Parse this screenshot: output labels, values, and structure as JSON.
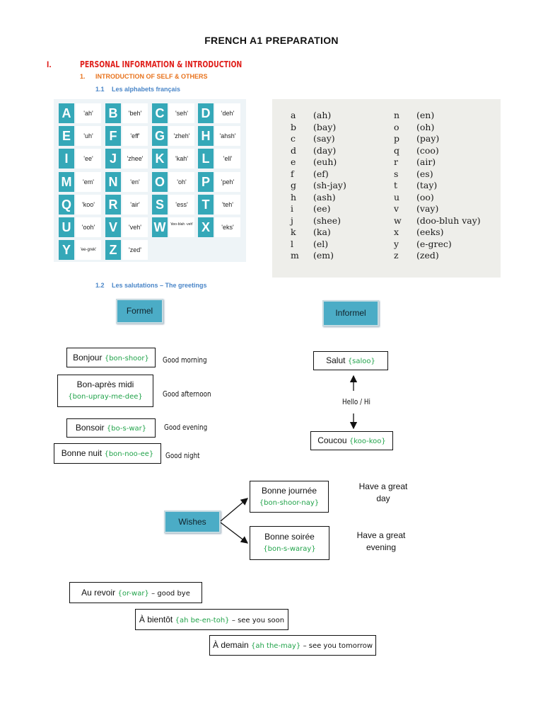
{
  "title": "FRENCH A1 PREPARATION",
  "section": {
    "num": "I.",
    "title": "PERSONAL INFORMATION & INTRODUCTION"
  },
  "subsection": {
    "num": "1.",
    "title": "INTRODUCTION OF SELF & OTHERS"
  },
  "sub_alphabets": {
    "num": "1.1",
    "title": "Les alphabets français"
  },
  "sub_greetings": {
    "num": "1.2",
    "title": "Les salutations – The greetings"
  },
  "alphabet_cards": [
    {
      "letter": "A",
      "pron": "'ah'"
    },
    {
      "letter": "B",
      "pron": "'beh'"
    },
    {
      "letter": "C",
      "pron": "'seh'"
    },
    {
      "letter": "D",
      "pron": "'deh'"
    },
    {
      "letter": "E",
      "pron": "'uh'"
    },
    {
      "letter": "F",
      "pron": "'eff'"
    },
    {
      "letter": "G",
      "pron": "'zheh'"
    },
    {
      "letter": "H",
      "pron": "'ahsh'"
    },
    {
      "letter": "I",
      "pron": "'ee'"
    },
    {
      "letter": "J",
      "pron": "'zhee'"
    },
    {
      "letter": "K",
      "pron": "'kah'"
    },
    {
      "letter": "L",
      "pron": "'ell'"
    },
    {
      "letter": "M",
      "pron": "'em'"
    },
    {
      "letter": "N",
      "pron": "'en'"
    },
    {
      "letter": "O",
      "pron": "'oh'"
    },
    {
      "letter": "P",
      "pron": "'peh'"
    },
    {
      "letter": "Q",
      "pron": "'koo'"
    },
    {
      "letter": "R",
      "pron": "'air'"
    },
    {
      "letter": "S",
      "pron": "'ess'"
    },
    {
      "letter": "T",
      "pron": "'teh'"
    },
    {
      "letter": "U",
      "pron": "'ooh'"
    },
    {
      "letter": "V",
      "pron": "'veh'"
    },
    {
      "letter": "W",
      "pron": "'doo-blah -veh'"
    },
    {
      "letter": "X",
      "pron": "'eks'"
    },
    {
      "letter": "Y",
      "pron": "'ee-grek'"
    },
    {
      "letter": "Z",
      "pron": "'zed'"
    }
  ],
  "alphabet_scan": {
    "left": [
      {
        "l": "a",
        "p": "(ah)"
      },
      {
        "l": "b",
        "p": "(bay)"
      },
      {
        "l": "c",
        "p": "(say)"
      },
      {
        "l": "d",
        "p": "(day)"
      },
      {
        "l": "e",
        "p": "(euh)"
      },
      {
        "l": "f",
        "p": "(ef)"
      },
      {
        "l": "g",
        "p": "(sh-jay)"
      },
      {
        "l": "h",
        "p": "(ash)"
      },
      {
        "l": "i",
        "p": "(ee)"
      },
      {
        "l": "j",
        "p": "(shee)"
      },
      {
        "l": "k",
        "p": "(ka)"
      },
      {
        "l": "l",
        "p": "(el)"
      },
      {
        "l": "m",
        "p": "(em)"
      }
    ],
    "right": [
      {
        "l": "n",
        "p": "(en)"
      },
      {
        "l": "o",
        "p": "(oh)"
      },
      {
        "l": "p",
        "p": "(pay)"
      },
      {
        "l": "q",
        "p": "(coo)"
      },
      {
        "l": "r",
        "p": "(air)"
      },
      {
        "l": "s",
        "p": "(es)"
      },
      {
        "l": "t",
        "p": "(tay)"
      },
      {
        "l": "u",
        "p": "(oo)"
      },
      {
        "l": "v",
        "p": "(vay)"
      },
      {
        "l": "w",
        "p": "(doo-bluh vay)"
      },
      {
        "l": "x",
        "p": "(eeks)"
      },
      {
        "l": "y",
        "p": "(e-grec)"
      },
      {
        "l": "z",
        "p": "(zed)"
      }
    ]
  },
  "formel_label": "Formel",
  "informel_label": "Informel",
  "formal": [
    {
      "fr": "Bonjour",
      "pron": "{bon-shoor}",
      "en": "Good morning"
    },
    {
      "fr": "Bon-après midi",
      "pron": "{bon-upray-me-dee}",
      "en": "Good afternoon"
    },
    {
      "fr": "Bonsoir",
      "pron": "{bo-s-war}",
      "en": "Good evening"
    },
    {
      "fr": "Bonne nuit",
      "pron": "{bon-noo-ee}",
      "en": "Good night"
    }
  ],
  "informal": {
    "salut": {
      "fr": "Salut",
      "pron": "{saloo}"
    },
    "middle": "Hello / Hi",
    "coucou": {
      "fr": "Coucou",
      "pron": "{koo-koo}"
    }
  },
  "wishes_label": "Wishes",
  "wishes": [
    {
      "fr": "Bonne journée",
      "pron": "{bon-shoor-nay}",
      "en": "Have a great day"
    },
    {
      "fr": "Bonne soirée",
      "pron": "{bon-s-waray}",
      "en": "Have a great evening"
    }
  ],
  "goodbyes": [
    {
      "fr": "Au revoir",
      "pron": "{or-war}",
      "en": "– good bye"
    },
    {
      "fr": "À bientôt",
      "pron": "{ah be-en-toh}",
      "en": "– see you soon"
    },
    {
      "fr": "À demain",
      "pron": "{ah the-may}",
      "en": "– see you tomorrow"
    }
  ]
}
